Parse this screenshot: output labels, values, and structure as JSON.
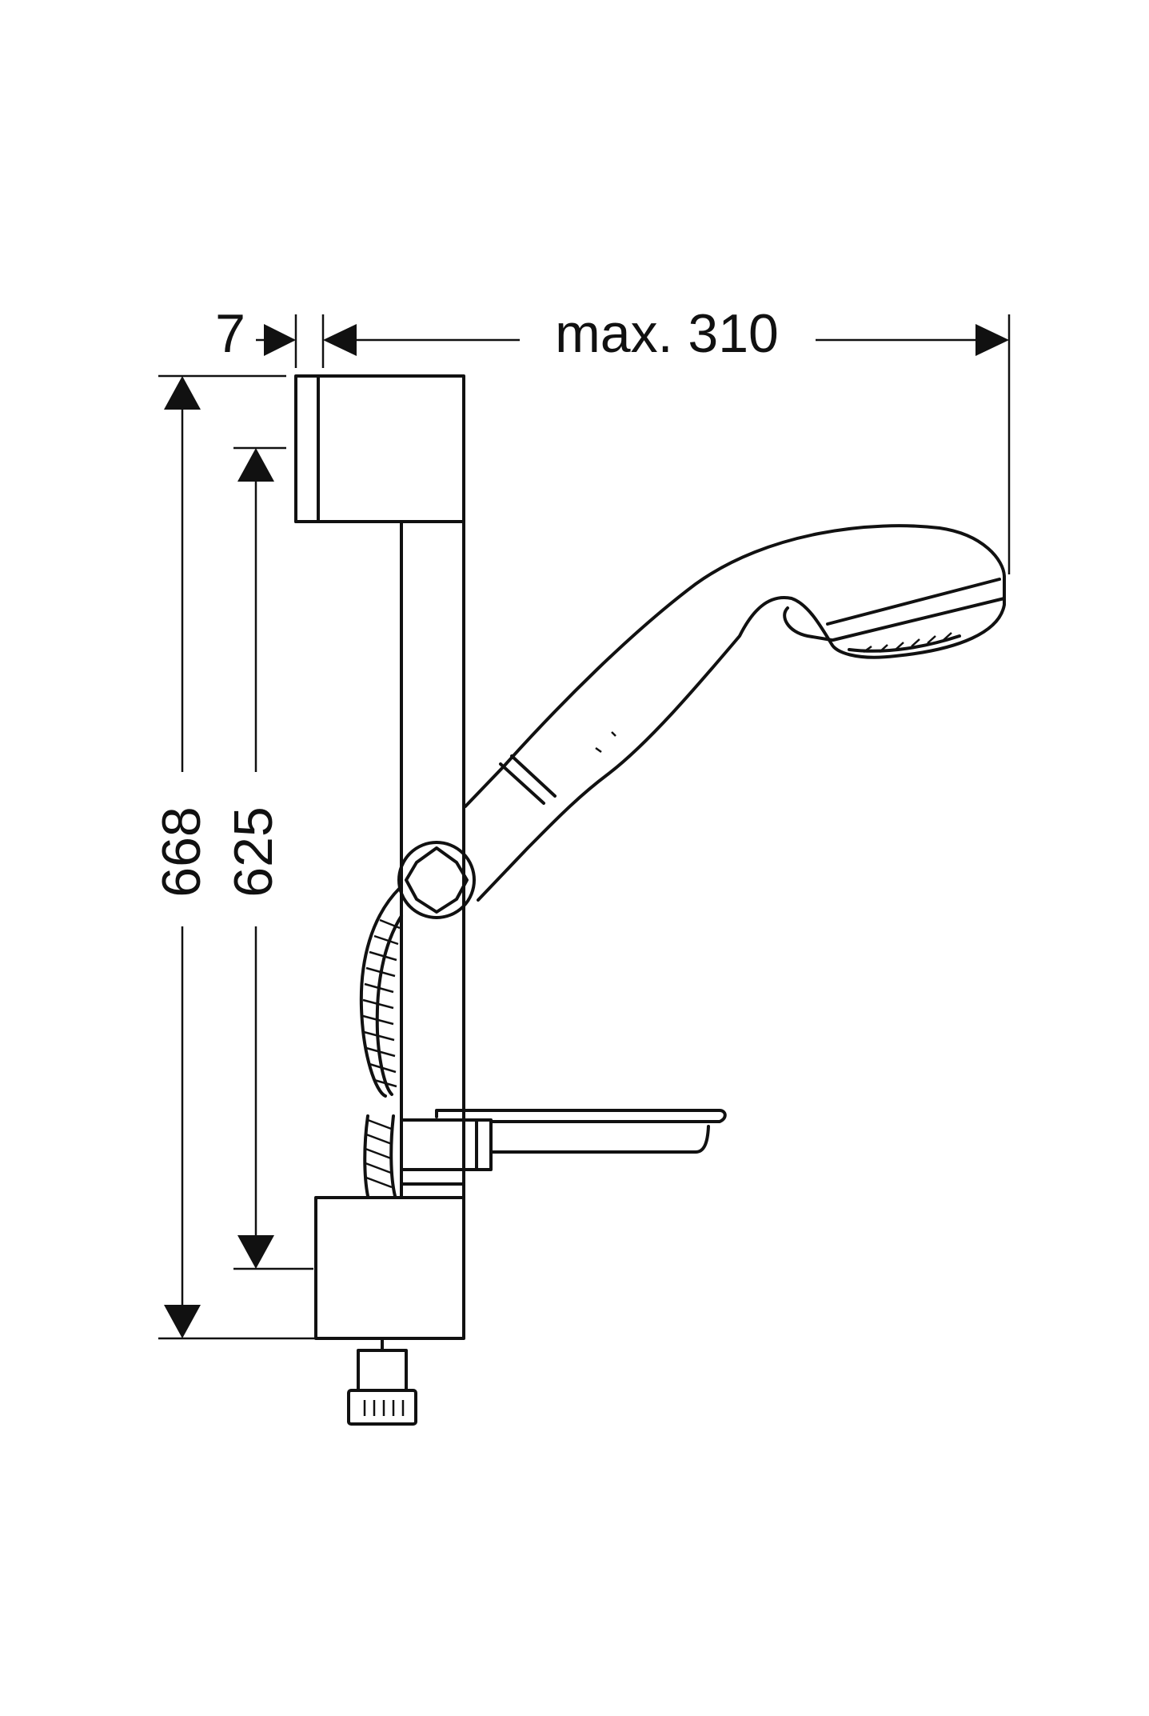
{
  "drawing": {
    "dimensions": {
      "offset": "7",
      "max_projection": "max. 310",
      "total_height": "668",
      "mount_spacing": "625"
    },
    "line_color": "#111111",
    "background_color": "#ffffff"
  }
}
